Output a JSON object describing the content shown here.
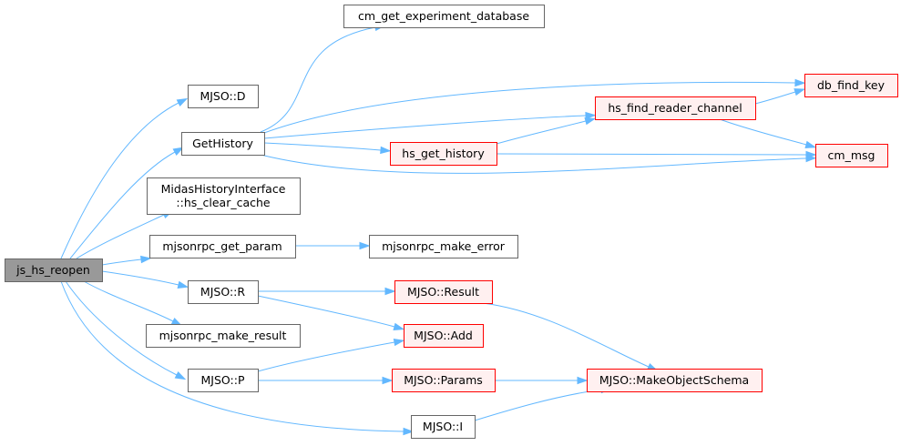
{
  "nodes": {
    "js_hs_reopen": {
      "lines": [
        "js_hs_reopen"
      ],
      "style": "root"
    },
    "cm_get_experiment_database": {
      "lines": [
        "cm_get_experiment_database"
      ],
      "style": "normal"
    },
    "mjso_d": {
      "lines": [
        "MJSO::D"
      ],
      "style": "normal"
    },
    "gethistory": {
      "lines": [
        "GetHistory"
      ],
      "style": "normal"
    },
    "db_find_key": {
      "lines": [
        "db_find_key"
      ],
      "style": "red"
    },
    "hs_find_reader_channel": {
      "lines": [
        "hs_find_reader_channel"
      ],
      "style": "red"
    },
    "hs_get_history": {
      "lines": [
        "hs_get_history"
      ],
      "style": "red"
    },
    "cm_msg": {
      "lines": [
        "cm_msg"
      ],
      "style": "red"
    },
    "hs_clear_cache": {
      "lines": [
        "MidasHistoryInterface",
        "::hs_clear_cache"
      ],
      "style": "normal"
    },
    "mjsonrpc_get_param": {
      "lines": [
        "mjsonrpc_get_param"
      ],
      "style": "normal"
    },
    "mjsonrpc_make_error": {
      "lines": [
        "mjsonrpc_make_error"
      ],
      "style": "normal"
    },
    "mjso_r": {
      "lines": [
        "MJSO::R"
      ],
      "style": "normal"
    },
    "mjso_result": {
      "lines": [
        "MJSO::Result"
      ],
      "style": "red"
    },
    "mjsonrpc_make_result": {
      "lines": [
        "mjsonrpc_make_result"
      ],
      "style": "normal"
    },
    "mjso_add": {
      "lines": [
        "MJSO::Add"
      ],
      "style": "red"
    },
    "mjso_p": {
      "lines": [
        "MJSO::P"
      ],
      "style": "normal"
    },
    "mjso_params": {
      "lines": [
        "MJSO::Params"
      ],
      "style": "red"
    },
    "mjso_makeobjectschema": {
      "lines": [
        "MJSO::MakeObjectSchema"
      ],
      "style": "red"
    },
    "mjso_i": {
      "lines": [
        "MJSO::I"
      ],
      "style": "normal"
    }
  },
  "edges": [
    [
      "js_hs_reopen",
      "mjso_d"
    ],
    [
      "js_hs_reopen",
      "gethistory"
    ],
    [
      "js_hs_reopen",
      "hs_clear_cache"
    ],
    [
      "js_hs_reopen",
      "mjsonrpc_get_param"
    ],
    [
      "js_hs_reopen",
      "mjso_r"
    ],
    [
      "js_hs_reopen",
      "mjsonrpc_make_result"
    ],
    [
      "js_hs_reopen",
      "mjso_p"
    ],
    [
      "js_hs_reopen",
      "mjso_i"
    ],
    [
      "gethistory",
      "cm_get_experiment_database"
    ],
    [
      "gethistory",
      "db_find_key"
    ],
    [
      "gethistory",
      "hs_find_reader_channel"
    ],
    [
      "gethistory",
      "hs_get_history"
    ],
    [
      "gethistory",
      "cm_msg"
    ],
    [
      "hs_find_reader_channel",
      "db_find_key"
    ],
    [
      "hs_find_reader_channel",
      "cm_msg"
    ],
    [
      "hs_get_history",
      "hs_find_reader_channel"
    ],
    [
      "hs_get_history",
      "cm_msg"
    ],
    [
      "mjsonrpc_get_param",
      "mjsonrpc_make_error"
    ],
    [
      "mjso_r",
      "mjso_result"
    ],
    [
      "mjso_r",
      "mjso_add"
    ],
    [
      "mjso_result",
      "mjso_makeobjectschema"
    ],
    [
      "mjso_p",
      "mjso_add"
    ],
    [
      "mjso_p",
      "mjso_params"
    ],
    [
      "mjso_params",
      "mjso_makeobjectschema"
    ],
    [
      "mjso_i",
      "mjso_makeobjectschema"
    ]
  ],
  "colors": {
    "edge": "#63b8ff",
    "root_fill": "#999999",
    "root_border": "#666666",
    "normal_fill": "#ffffff",
    "normal_border": "#666666",
    "red_fill": "#fff0f0",
    "red_border": "#ff0000",
    "text": "#000000"
  }
}
